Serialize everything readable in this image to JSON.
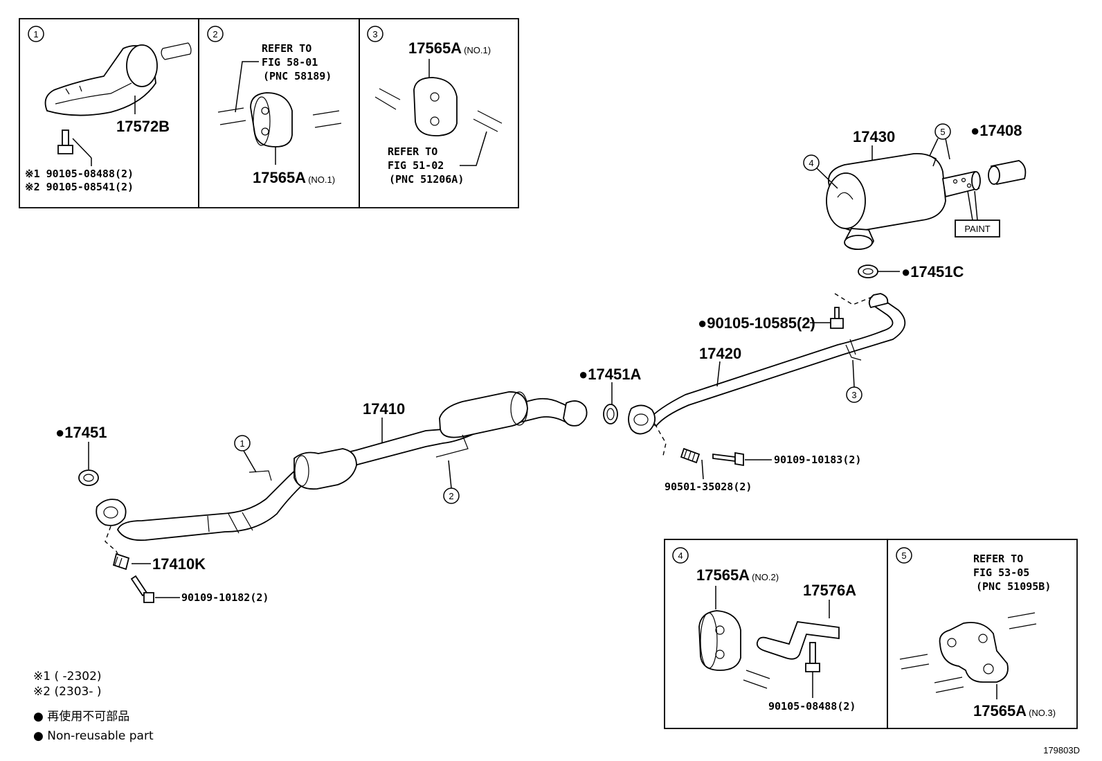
{
  "callouts": {
    "c1": "1",
    "c2": "2",
    "c3": "3",
    "c4": "4",
    "c5": "5"
  },
  "inset1": {
    "part": "17572B",
    "bolt1": "※1 90105-08488(2)",
    "bolt2": "※2 90105-08541(2)"
  },
  "inset2": {
    "refer1": "REFER TO",
    "refer2": "FIG 58-01",
    "refer3": "(PNC 58189)",
    "part": "17565A",
    "part_sub": "(NO.1)"
  },
  "inset3": {
    "part": "17565A",
    "part_sub": "(NO.1)",
    "refer1": "REFER TO",
    "refer2": "FIG 51-02",
    "refer3": "(PNC 51206A)"
  },
  "inset4": {
    "part_a": "17565A",
    "part_a_sub": "(NO.2)",
    "part_b": "17576A",
    "bolt": "90105-08488(2)"
  },
  "inset5": {
    "refer1": "REFER TO",
    "refer2": "FIG 53-05",
    "refer3": "(PNC 51095B)",
    "part": "17565A",
    "part_sub": "(NO.3)"
  },
  "main": {
    "p17430": "17430",
    "p17408": "●17408",
    "paint": "PAINT",
    "p17451C": "●17451C",
    "p9010510585": "●90105-10585(2)",
    "p17420": "17420",
    "p17451A": "●17451A",
    "p17410": "17410",
    "p17451": "●17451",
    "p9010910183": "90109-10183(2)",
    "p9050135028": "90501-35028(2)",
    "p17410K": "17410K",
    "p9010910182": "90109-10182(2)"
  },
  "legend": {
    "note1": "※1 (      -2302)",
    "note2": "※2 (2303-      )",
    "jp": "● 再使用不可部品",
    "en": "● Non-reusable part"
  },
  "diagram_id": "179803D"
}
